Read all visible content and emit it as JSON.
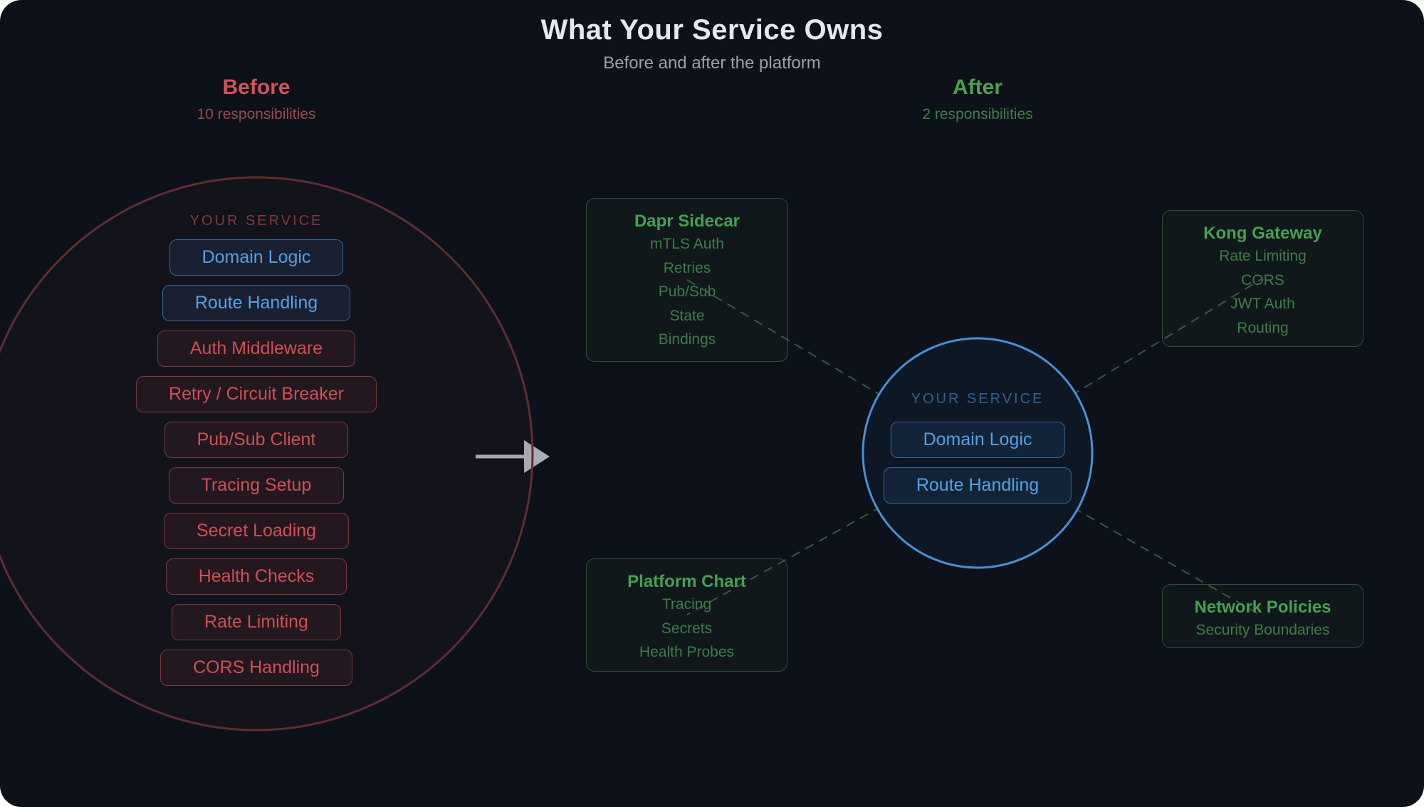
{
  "page": {
    "title": "What Your Service Owns",
    "subtitle": "Before and after the platform"
  },
  "colors": {
    "background": "#0d1119",
    "before_accent": "#d0545a",
    "before_muted": "#9c474d",
    "before_circle_stroke": "#5f2d33",
    "after_accent": "#4ba150",
    "after_muted": "#3e7d48",
    "keep_pill_text": "#55a0e6",
    "keep_pill_border": "#35649a",
    "shed_pill_text": "#cf4f54",
    "shed_pill_border": "#7c383d",
    "service_circle_stroke": "#4a8fd4",
    "box_border": "#2b5136",
    "box_title": "#45a150",
    "box_item": "#3f7b48",
    "connector": "#426b40",
    "arrow": "#a9adb5"
  },
  "before": {
    "heading": "Before",
    "subheading": "10 responsibilities",
    "service_label": "YOUR SERVICE",
    "pills": [
      {
        "label": "Domain Logic",
        "kind": "keep"
      },
      {
        "label": "Route Handling",
        "kind": "keep"
      },
      {
        "label": "Auth Middleware",
        "kind": "shed"
      },
      {
        "label": "Retry / Circuit Breaker",
        "kind": "shed"
      },
      {
        "label": "Pub/Sub Client",
        "kind": "shed"
      },
      {
        "label": "Tracing Setup",
        "kind": "shed"
      },
      {
        "label": "Secret Loading",
        "kind": "shed"
      },
      {
        "label": "Health Checks",
        "kind": "shed"
      },
      {
        "label": "Rate Limiting",
        "kind": "shed"
      },
      {
        "label": "CORS Handling",
        "kind": "shed"
      }
    ]
  },
  "after": {
    "heading": "After",
    "subheading": "2 responsibilities",
    "service_label": "YOUR SERVICE",
    "pills": [
      {
        "label": "Domain Logic",
        "kind": "keep"
      },
      {
        "label": "Route Handling",
        "kind": "keep"
      }
    ],
    "platform_boxes": [
      {
        "title": "Dapr Sidecar",
        "items": [
          "mTLS Auth",
          "Retries",
          "Pub/Sub",
          "State",
          "Bindings"
        ]
      },
      {
        "title": "Kong Gateway",
        "items": [
          "Rate Limiting",
          "CORS",
          "JWT Auth",
          "Routing"
        ]
      },
      {
        "title": "Platform Chart",
        "items": [
          "Tracing",
          "Secrets",
          "Health Probes"
        ]
      },
      {
        "title": "Network Policies",
        "items": [
          "Security Boundaries"
        ]
      }
    ]
  }
}
